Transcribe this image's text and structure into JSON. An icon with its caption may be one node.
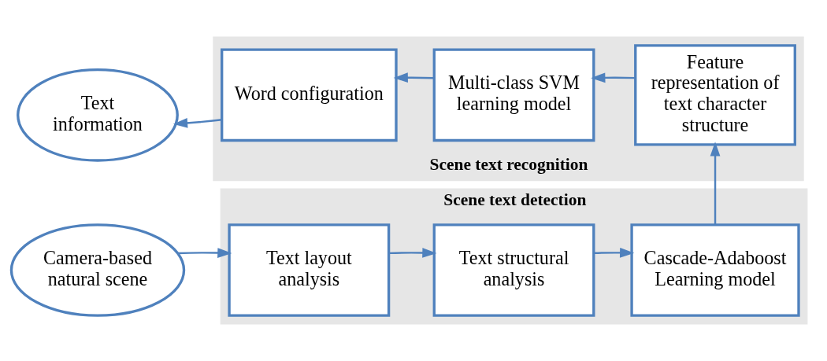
{
  "diagram": {
    "nodes": [
      {
        "text": [
          "Camera-based natural scene"
        ]
      },
      {
        "text": [
          "Scene text detection"
        ]
      },
      {
        "text": [
          "Text layout analysis"
        ],
        "in": 1
      },
      {
        "text": [
          "Text structural analysis"
        ],
        "in": 1
      },
      {
        "text": [
          "Cascade-Adaboost Learning model"
        ],
        "in": 1
      },
      {
        "text": [
          "Scene text recognition"
        ]
      },
      {
        "text": [
          "Feature representation of text character structure"
        ],
        "in": 5
      },
      {
        "text": [
          "Multi-class SVM learning model"
        ],
        "in": 5
      },
      {
        "text": [
          "Word configuration"
        ],
        "in": 5
      },
      {
        "text": [
          "Text information"
        ]
      }
    ],
    "edges": [
      {
        "from": 0,
        "to": 2,
        "arrow": "to"
      },
      {
        "from": 2,
        "to": 3,
        "arrow": "to"
      },
      {
        "from": 3,
        "to": 4,
        "arrow": "to"
      },
      {
        "from": 4,
        "to": 6,
        "arrow": "to"
      },
      {
        "from": 6,
        "to": 7,
        "arrow": "to"
      },
      {
        "from": 7,
        "to": 8,
        "arrow": "to"
      },
      {
        "from": 8,
        "to": 9,
        "arrow": "to"
      }
    ]
  }
}
